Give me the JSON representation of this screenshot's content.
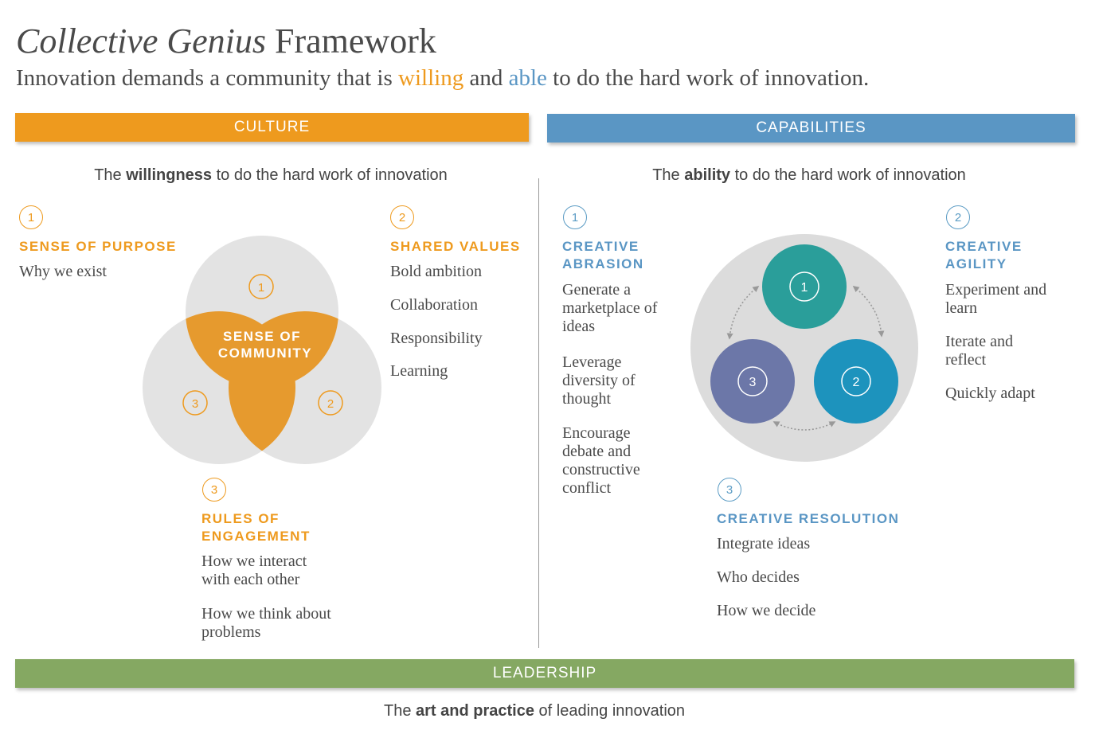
{
  "header": {
    "title_italic": "Collective Genius",
    "title_rest": " Framework",
    "subtitle_start": "Innovation demands a community that is ",
    "subtitle_willing": "willing",
    "subtitle_and": " and ",
    "subtitle_able": "able",
    "subtitle_end": " to do the hard work of innovation."
  },
  "culture": {
    "bar_label": "CULTURE",
    "desc_pre": "The ",
    "desc_bold": "willingness",
    "desc_post": " to do the hard work of innovation",
    "items": [
      {
        "num": "1",
        "heading": "SENSE OF PURPOSE",
        "lines": [
          "Why we exist"
        ]
      },
      {
        "num": "2",
        "heading": "SHARED VALUES",
        "lines": [
          "Bold ambition",
          "Collaboration",
          "Responsibility",
          "Learning"
        ]
      },
      {
        "num": "3",
        "heading_1": "RULES OF",
        "heading_2": "ENGAGEMENT",
        "lines": [
          "How we interact with each other",
          "How we think about problems"
        ]
      }
    ],
    "venn": {
      "center_1": "SENSE OF",
      "center_2": "COMMUNITY",
      "n1": "1",
      "n2": "2",
      "n3": "3"
    }
  },
  "capabilities": {
    "bar_label": "CAPABILITIES",
    "desc_pre": "The ",
    "desc_bold": "ability",
    "desc_post": " to do the hard work of innovation",
    "items": [
      {
        "num": "1",
        "heading_1": "CREATIVE",
        "heading_2": "ABRASION",
        "lines": [
          "Generate a marketplace of ideas",
          "Leverage diversity of thought",
          "Encourage debate and constructive conflict"
        ]
      },
      {
        "num": "2",
        "heading_1": "CREATIVE",
        "heading_2": "AGILITY",
        "lines": [
          "Experiment and learn",
          "Iterate and reflect",
          "Quickly adapt"
        ]
      },
      {
        "num": "3",
        "heading": "CREATIVE RESOLUTION",
        "lines": [
          "Integrate ideas",
          "Who decides",
          "How we decide"
        ]
      }
    ],
    "cycle": {
      "n1": "1",
      "n2": "2",
      "n3": "3"
    }
  },
  "leadership": {
    "bar_label": "LEADERSHIP",
    "desc_pre": "The ",
    "desc_bold": "art and practice",
    "desc_post": " of leading innovation"
  },
  "colors": {
    "orange": "#ee9a1e",
    "blue": "#5a96c4",
    "green": "#85a862",
    "teal": "#2a9e9a",
    "cyan": "#1d93bd",
    "slate": "#6c77a8"
  }
}
